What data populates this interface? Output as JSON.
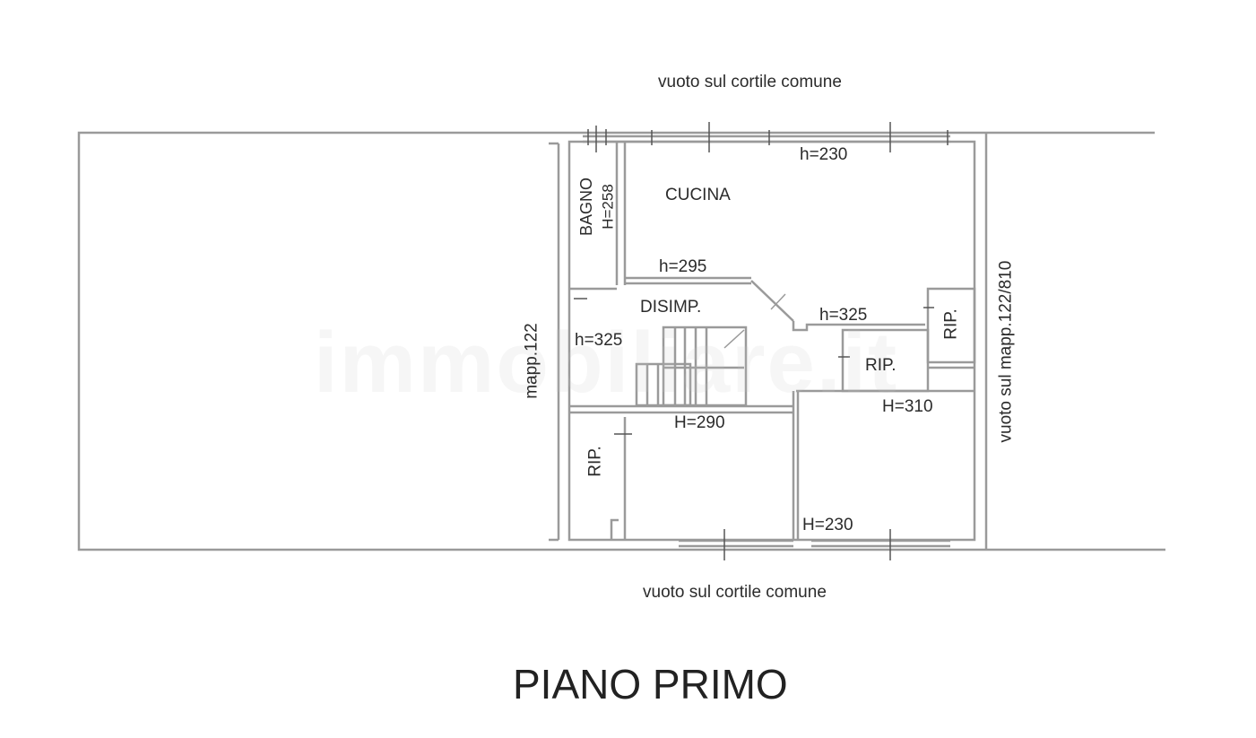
{
  "plan": {
    "title": "PIANO PRIMO",
    "watermark": "immobiliare.it",
    "context_labels": {
      "top": "vuoto sul cortile comune",
      "bottom": "vuoto sul cortile comune",
      "left": "mapp.122",
      "right": "vuoto sul mapp.122/810"
    },
    "rooms": [
      {
        "name": "BAGNO",
        "height": "H=258"
      },
      {
        "name": "CUCINA",
        "height": "h=230"
      },
      {
        "name": "DISIMP.",
        "height": "h=325"
      },
      {
        "name": "RIP.",
        "height": ""
      },
      {
        "name": "RIP.",
        "height": ""
      },
      {
        "name": "RIP.",
        "height": ""
      }
    ],
    "height_labels": {
      "cucina_top": "h=230",
      "corridor_top": "h=295",
      "disimp_left": "h=325",
      "right_hall": "h=325",
      "room_bottom_left": "H=290",
      "room_bottom_right_top": "H=310",
      "room_bottom_right": "H=230"
    },
    "colors": {
      "wall": "#9a9a9a",
      "text": "#2b2b2b",
      "background": "#ffffff"
    }
  }
}
